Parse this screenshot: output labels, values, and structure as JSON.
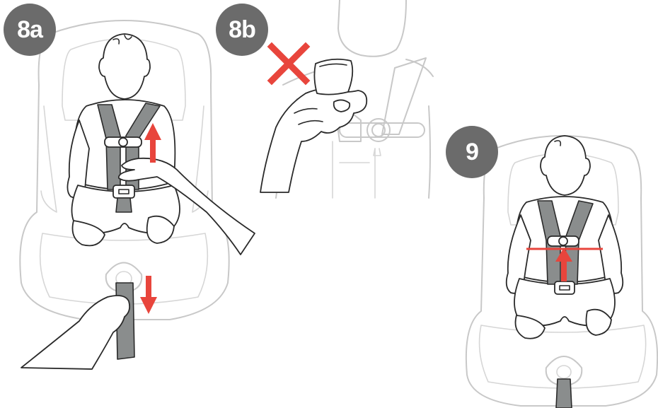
{
  "steps": [
    {
      "label": "8a"
    },
    {
      "label": "8b"
    },
    {
      "label": "9"
    }
  ],
  "colors": {
    "badge": "#6b6b6b",
    "arrow": "#e8453c",
    "strap": "#8a8d8d",
    "seat_outline": "#c8c8c8",
    "line_art": "#2a2a2a"
  },
  "icons": [
    "up-arrow-icon",
    "down-arrow-icon",
    "cross-icon",
    "level-line-icon"
  ]
}
